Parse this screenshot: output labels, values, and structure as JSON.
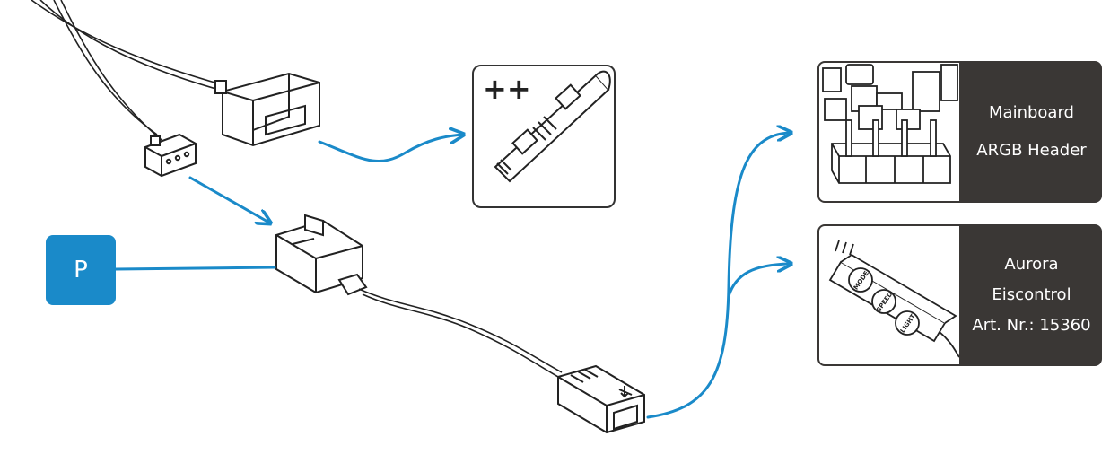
{
  "badge": {
    "label": "P"
  },
  "mainboard": {
    "line1": "Mainboard",
    "line2": "ARGB Header"
  },
  "aurora": {
    "line1": "Aurora",
    "line2": "Eiscontrol",
    "line3": "Art. Nr.: 15360"
  },
  "controller_buttons": [
    "MODE",
    "SPEED",
    "LIGHT"
  ],
  "led_strip_symbol": "++",
  "colors": {
    "arrow": "#1a8ac9",
    "badge": "#1a8ac9",
    "panel": "#3a3735",
    "line": "#222222"
  }
}
